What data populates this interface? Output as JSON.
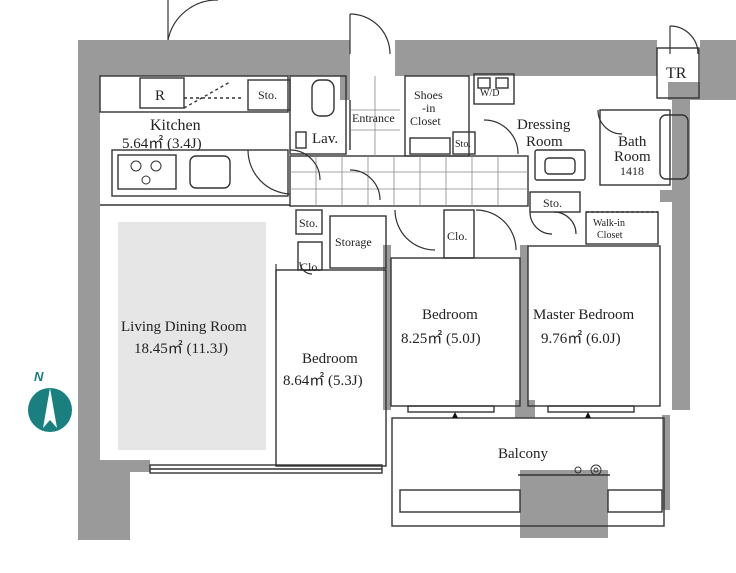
{
  "rooms": {
    "kitchen": {
      "name": "Kitchen",
      "area": "5.64㎡ (3.4J)"
    },
    "refrigerator_mark": "R",
    "storage_kitchen": "Sto.",
    "lavatory": "Lav.",
    "entrance": "Entrance",
    "shoes_closet": {
      "line1": "Shoes",
      "line2": "-in",
      "line3": "Closet"
    },
    "washer": "W/D",
    "dressing_room": {
      "line1": "Dressing",
      "line2": "Room"
    },
    "bath_room": {
      "line1": "Bath",
      "line2": "Room",
      "code": "1418"
    },
    "storage_dressing": "Sto.",
    "storage_hall": "Sto.",
    "storage_master": "Sto.",
    "tr": "TR",
    "storage": "Storage",
    "closet_hall": "Clo.",
    "closet_left": "Clo.",
    "walk_in_closet": {
      "line1": "Walk-in",
      "line2": "Closet"
    },
    "living_dining": {
      "name": "Living Dining Room",
      "area": "18.45㎡ (11.3J)"
    },
    "bedroom_west": {
      "name": "Bedroom",
      "area": "8.64㎡ (5.3J)"
    },
    "bedroom_center": {
      "name": "Bedroom",
      "area": "8.25㎡ (5.0J)"
    },
    "master_bedroom": {
      "name": "Master Bedroom",
      "area": "9.76㎡ (6.0J)"
    },
    "balcony": "Balcony"
  },
  "compass": {
    "label": "N",
    "color": "#1a7f7f"
  },
  "colors": {
    "wall": "#9a9a9a",
    "living_floor": "#e6e6e6",
    "line": "#333333"
  }
}
